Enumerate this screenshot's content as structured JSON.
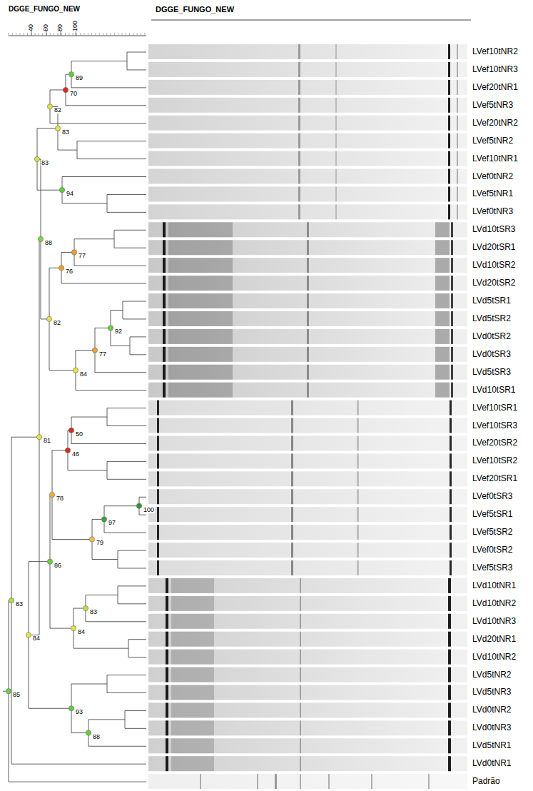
{
  "diagram": {
    "labels": [
      "DGGE_FUNGO_NEW",
      "DGGE_FUNGO_NEW",
      "40",
      "60",
      "80",
      "100",
      "89",
      "70",
      "82",
      "83",
      "83",
      "94",
      "88",
      "77",
      "76",
      "92",
      "82",
      "77",
      "84",
      "50",
      "46",
      "81",
      "78",
      "100",
      "97",
      "79",
      "86",
      "83",
      "84",
      "83",
      "84",
      "93",
      "88",
      "85",
      "LVef10tNR2",
      "LVef10tNR3",
      "LVef20tNR1",
      "LVef5tNR3",
      "LVef20tNR2",
      "LVef5tNR2",
      "LVef10tNR1",
      "LVef0tNR2",
      "LVef5tNR1",
      "LVef0tNR3",
      "LVd10tSR3",
      "LVd20tSR1",
      "LVd10tSR2",
      "LVd20tSR2",
      "LVd5tSR1",
      "LVd5tSR2",
      "LVd0tSR2",
      "LVd0tSR3",
      "LVd5tSR3",
      "LVd10tSR1",
      "LVef10tSR1",
      "LVef10tSR3",
      "LVef20tSR2",
      "LVef10tSR2",
      "LVef20tSR1",
      "LVef0tSR3",
      "LVef5tSR1",
      "LVef5tSR2",
      "LVef0tSR2",
      "LVef5tSR3",
      "LVd10tNR1",
      "LVd10tNR2",
      "LVd10tNR3",
      "LVd20tNR1",
      "LVd10tNR2",
      "LVd5tNR2",
      "LVd5tNR3",
      "LVd0tNR2",
      "LVd0tNR3",
      "LVd5tNR1",
      "LVd0tNR1",
      "Padrão"
    ]
  }
}
